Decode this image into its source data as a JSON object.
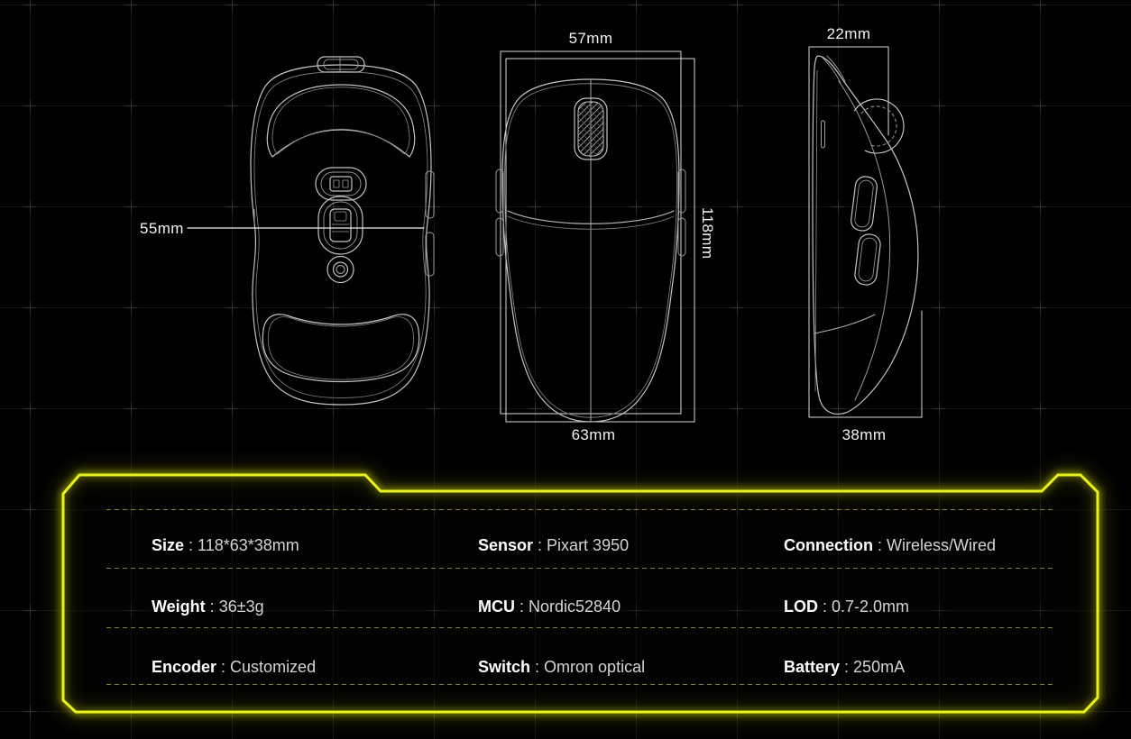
{
  "dimensions": {
    "bottom_view_width": "55mm",
    "top_view_width": "57mm",
    "top_view_length": "118mm",
    "top_view_base_width": "63mm",
    "side_view_front_width": "22mm",
    "side_view_base_width": "38mm"
  },
  "specs": {
    "colon": " : ",
    "rows": [
      [
        {
          "label": "Size",
          "value": "118*63*38mm"
        },
        {
          "label": "Sensor",
          "value": "Pixart 3950"
        },
        {
          "label": "Connection",
          "value": "Wireless/Wired"
        }
      ],
      [
        {
          "label": "Weight",
          "value": "36±3g"
        },
        {
          "label": "MCU",
          "value": "Nordic52840"
        },
        {
          "label": "LOD",
          "value": "0.7-2.0mm"
        }
      ],
      [
        {
          "label": "Encoder",
          "value": "Customized"
        },
        {
          "label": "Switch",
          "value": "Omron optical"
        },
        {
          "label": "Battery",
          "value": "250mA"
        }
      ]
    ]
  },
  "colors": {
    "accent_yellow": "#ecf600",
    "dashed_separator": "#a09b12",
    "line_art": "#c2c2c2",
    "background": "#000000"
  }
}
